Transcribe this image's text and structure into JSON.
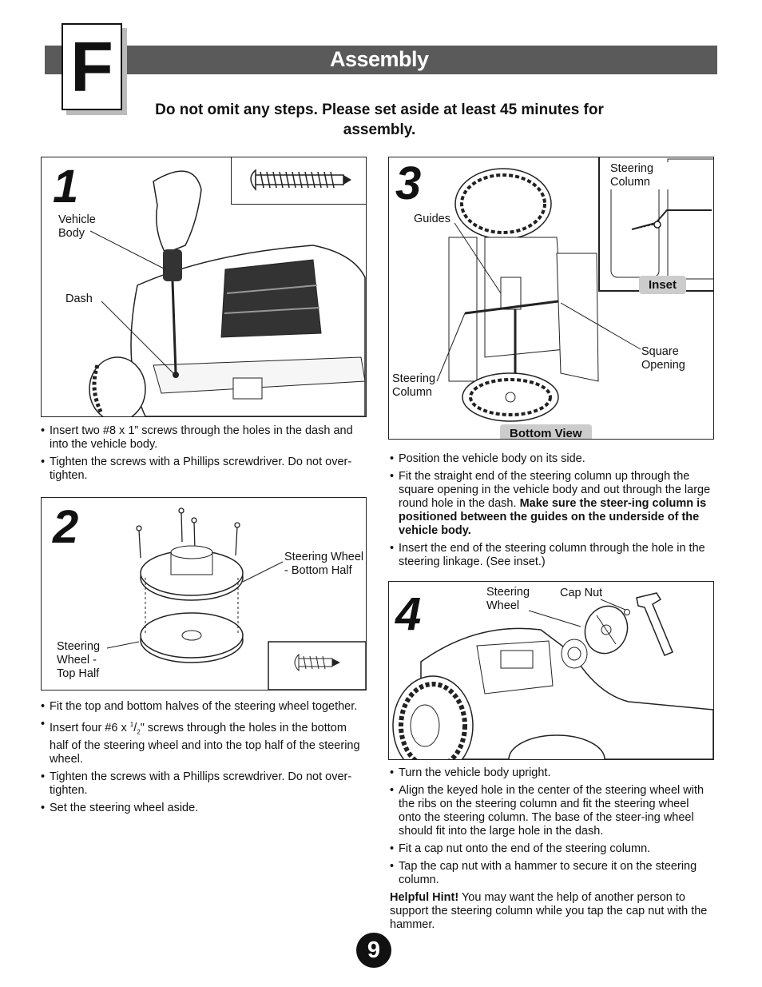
{
  "section": {
    "letter": "F",
    "title": "Assembly"
  },
  "intro": "Do not omit any steps. Please set aside at least 45 minutes for assembly.",
  "steps": [
    {
      "number": "1",
      "labels": {
        "vehicle_body": "Vehicle Body",
        "dash": "Dash"
      },
      "bullets": [
        "Insert two #8 x 1” screws through the holes in the dash and into the vehicle body.",
        "Tighten the screws with a Phillips screwdriver. Do not over-tighten."
      ]
    },
    {
      "number": "2",
      "labels": {
        "bottom_half": "Steering Wheel - Bottom Half",
        "top_half": "Steering Wheel - Top Half"
      },
      "bullets": [
        "Fit the top and bottom halves of the steering wheel together.",
        "Insert four #6 x ½\" screws through the holes in the bottom half of the steering wheel and into the top half of the steering wheel.",
        "Tighten the screws with a Phillips screwdriver. Do not over-tighten.",
        "Set the steering wheel aside."
      ]
    },
    {
      "number": "3",
      "labels": {
        "steering_column": "Steering Column",
        "guides": "Guides",
        "square_opening": "Square Opening",
        "inset_steering_column": "Steering Column",
        "inset": "Inset",
        "bottom_view": "Bottom View"
      },
      "bullets": [
        "Position the vehicle body on its side.",
        "Fit the straight end of the steering column up through the square opening in the vehicle body and out through the large round hole in the dash.",
        "Insert the end of the steering column through the hole in the steering linkage. (See inset.)"
      ],
      "bold_note": "Make sure the steer-ing column is positioned between the guides on the underside of the vehicle body."
    },
    {
      "number": "4",
      "labels": {
        "steering_wheel": "Steering Wheel",
        "cap_nut": "Cap Nut"
      },
      "bullets": [
        "Turn the vehicle body upright.",
        "Align the keyed hole in the center of the steering wheel with the ribs on the steering column and fit the steering wheel onto the steering column. The base of the steer-ing wheel should fit into the large hole in the dash.",
        "Fit a cap nut onto the end of the steering column.",
        "Tap the cap nut with a hammer to secure it on the steering column."
      ],
      "hint_label": "Helpful Hint!",
      "hint_text": "You may want the help of another person to support the steering column while you tap the cap nut with the hammer."
    }
  ],
  "page_number": "9"
}
